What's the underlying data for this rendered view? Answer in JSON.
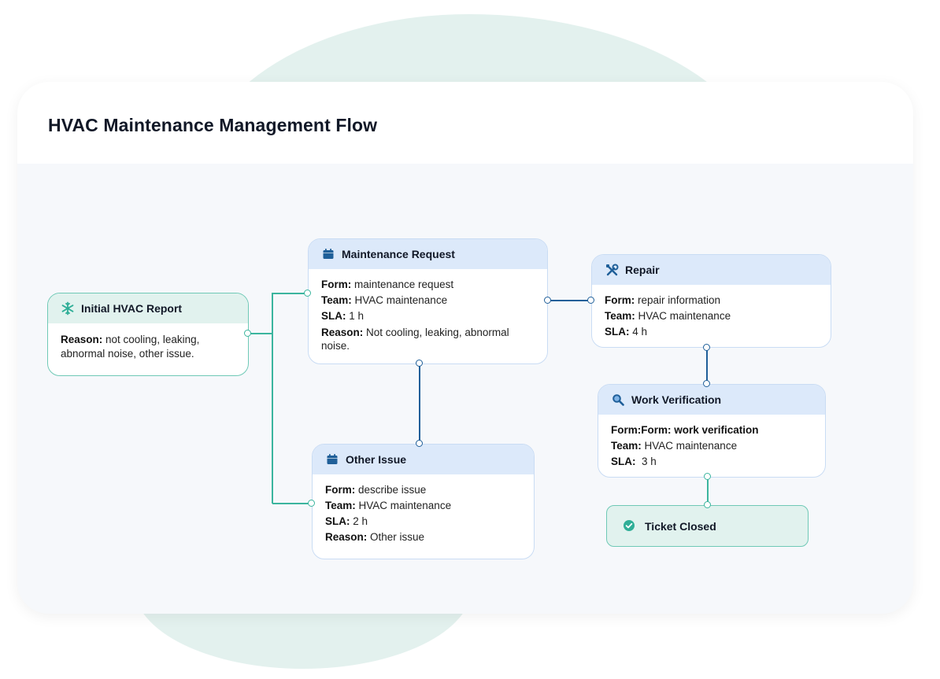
{
  "title": "HVAC Maintenance Management Flow",
  "colors": {
    "teal": "#3bb59e",
    "blue": "#1f5f99",
    "header_blue": "#dce9fa",
    "header_teal": "#e1f2ee"
  },
  "nodes": {
    "initial": {
      "title": "Initial HVAC Report",
      "icon": "snowflake-icon",
      "rows": [
        {
          "label": "Reason:",
          "value": " not cooling, leaking, abnormal noise, other issue."
        }
      ]
    },
    "maintenance": {
      "title": "Maintenance Request",
      "icon": "calendar-icon",
      "rows": [
        {
          "label": "Form:",
          "value": " maintenance request"
        },
        {
          "label": "Team:",
          "value": " HVAC maintenance"
        },
        {
          "label": "SLA:",
          "value": " 1 h"
        },
        {
          "label": "Reason:",
          "value": " Not cooling, leaking, abnormal noise."
        }
      ]
    },
    "other": {
      "title": "Other Issue",
      "icon": "calendar-icon",
      "rows": [
        {
          "label": "Form:",
          "value": " describe issue"
        },
        {
          "label": "Team:",
          "value": " HVAC maintenance"
        },
        {
          "label": "SLA:",
          "value": " 2 h"
        },
        {
          "label": "Reason:",
          "value": " Other issue"
        }
      ]
    },
    "repair": {
      "title": "Repair",
      "icon": "tools-icon",
      "rows": [
        {
          "label": "Form:",
          "value": " repair information"
        },
        {
          "label": "Team:",
          "value": " HVAC maintenance"
        },
        {
          "label": "SLA:",
          "value": " 4 h"
        }
      ]
    },
    "verification": {
      "title": "Work Verification",
      "icon": "magnifier-icon",
      "rows": [
        {
          "label": "Form:Form: work verification",
          "value": ""
        },
        {
          "label": "Team:",
          "value": " HVAC maintenance"
        },
        {
          "label": "SLA:",
          "value": "  3 h"
        }
      ]
    },
    "closed": {
      "title": "Ticket Closed",
      "icon": "check-circle-icon"
    }
  }
}
